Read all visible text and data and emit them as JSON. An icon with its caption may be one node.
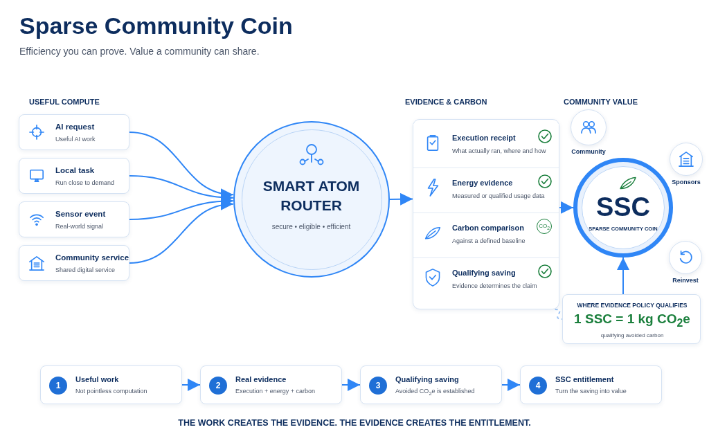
{
  "diagram": {
    "title": "Sparse Community Coin",
    "caption": "THE WORK CREATES THE EVIDENCE. THE EVIDENCE CREATES THE ENTITLEMENT.",
    "nodes": [
      {
        "text": [
          "AI request",
          "Useful AI work"
        ]
      },
      {
        "text": [
          "Local task",
          "Run close to demand"
        ]
      },
      {
        "text": [
          "Sensor event",
          "Real-world signal"
        ]
      },
      {
        "text": [
          "Community service",
          "Shared digital service"
        ]
      },
      {
        "text": [
          "SMART ATOM ROUTER",
          "secure • eligible • efficient"
        ]
      },
      {
        "text": [],
        "shape": "box"
      },
      {
        "text": [
          "Execution receipt",
          "What actually ran, where and how"
        ],
        "in": 5
      },
      {
        "text": [
          "Energy evidence",
          "Measured or qualified usage data"
        ],
        "in": 5
      },
      {
        "text": [
          "Carbon comparison",
          "Against a defined baseline",
          "CO$_{2}$"
        ],
        "in": 5
      },
      {
        "text": [
          "Qualifying saving",
          "Evidence determines the claim"
        ],
        "in": 5
      },
      {
        "text": [
          "SSC",
          "SPARSE COMMUNITY COIN"
        ]
      },
      {
        "text": [
          "Community"
        ]
      },
      {
        "text": [
          "Sponsors"
        ]
      },
      {
        "text": [
          "Reinvest"
        ]
      },
      {
        "text": [
          "WHERE EVIDENCE POLICY QUALIFIES",
          "1 SSC = 1 kg CO$_{2}$e",
          "qualifying avoided carbon"
        ]
      },
      {
        "text": [
          "1",
          "Useful work",
          "Not pointless computation"
        ]
      },
      {
        "text": [
          "2",
          "Real evidence",
          "Execution + energy + carbon"
        ]
      },
      {
        "text": [
          "3",
          "Qualifying saving",
          "Avoided CO$_{2}$e is established"
        ]
      },
      {
        "text": [
          "4",
          "SSC entitlement",
          "Turn the saving into value"
        ]
      }
    ],
    "edges": [
      {
        "from": 0,
        "to": 4,
        "arrow": "to"
      },
      {
        "from": 1,
        "to": 4,
        "arrow": "to"
      },
      {
        "from": 2,
        "to": 4,
        "arrow": "to"
      },
      {
        "from": 3,
        "to": 4,
        "arrow": "to"
      },
      {
        "from": 4,
        "to": 5,
        "arrow": "to"
      },
      {
        "from": 5,
        "to": 10,
        "arrow": "to"
      },
      {
        "from": 14,
        "to": 10,
        "arrow": "to"
      },
      {
        "from": 5,
        "to": 14,
        "arrow": "none",
        "style": "dashed",
        "color": "#9cc3f5"
      },
      {
        "from": 15,
        "to": 16,
        "arrow": "to"
      },
      {
        "from": 16,
        "to": 17,
        "arrow": "to"
      },
      {
        "from": 17,
        "to": 18,
        "arrow": "to"
      }
    ],
    "labels": [
      "Efficiency you can prove. Value a community can share.",
      "USEFUL COMPUTE",
      "EVIDENCE & CARBON",
      "COMMUNITY VALUE"
    ]
  }
}
